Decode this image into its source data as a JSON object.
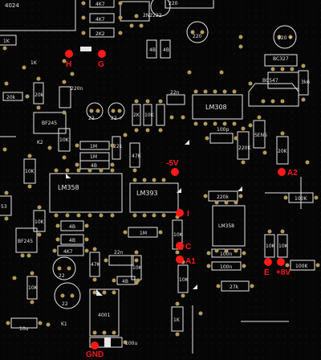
{
  "colors": {
    "background": "#060606",
    "silkscreen": "#e6e6e6",
    "pad": "#b49a5a",
    "marker": "#ff1a1a"
  },
  "silkscreen": {
    "board_id": "4024",
    "r_4k7_a": "4K7",
    "r_4k7_b": "4K7",
    "r_2k2": "2K2",
    "q_2n2222": "2N2222",
    "c_220_top": "220",
    "c_220_mid": "220",
    "c_220_right": "220 +",
    "r_1k": "1K",
    "r_1k_b": "1K",
    "r_4b_a": "4B",
    "r_4b_b": "4B",
    "q_bc327": "BC327",
    "q_bc547": "BC547",
    "r_3k6": "3k6",
    "r_20k_a": "20k",
    "r_20k_b": "20k",
    "c_220n": "220n",
    "c_22_a": "22",
    "c_22_b": "22 +",
    "r_2k": "2K",
    "r_10k_a": "10K",
    "c_22n": "22n",
    "ic_lm308": "LM308",
    "q_bf245": "BF245",
    "k2": "K2",
    "r_10k_b": "10K",
    "r_1m_a": "1M",
    "r_1m_b": "1M",
    "r_22k_a": "22k",
    "r_4b_c": "4B",
    "r_47k": "47K",
    "c_100p": "100p",
    "r_220k": "220K",
    "r_20k_c": "20K",
    "sens": "SENS",
    "r_10k_c": "10K",
    "ic_lm358": "LM358",
    "ic_lm393": "LM393",
    "r_220k_b": "220k",
    "r_100k_a": "100K",
    "r_53": "53",
    "r_10k_d": "10K",
    "r_4b_d": "4B",
    "r_4b_e": "4B",
    "q_bf245b": "BF245",
    "r_1m_c": "1M",
    "r_10k_e": "10K",
    "ic_lm358b": "LM358",
    "r_4k7_c": "4K7",
    "r_47k_b": "47K",
    "c_22n_b": "22n",
    "r_10k_f": "10K",
    "r_4b_f": "4B",
    "c_100n": "100n",
    "c_100n_b": "100n",
    "r_27k": "27k",
    "r_10k_g": "10K",
    "r_10k_h": "10K",
    "r_100k_b": "100K",
    "c_22_c": "22",
    "c_22_d": "22",
    "r_10k_i": "10K",
    "r_10k_j": "10K",
    "ic_4001": "4001",
    "k1": "K1",
    "c_10u": "10u",
    "c_100u": "100u",
    "r_1k_c": "1K"
  },
  "markers": {
    "H": "H",
    "G": "G",
    "neg5v": "-5V",
    "A2": "A2",
    "I": "I",
    "C": "C",
    "A1": "A1",
    "E": "E",
    "pos8v": "+8V",
    "GND": "GND"
  }
}
